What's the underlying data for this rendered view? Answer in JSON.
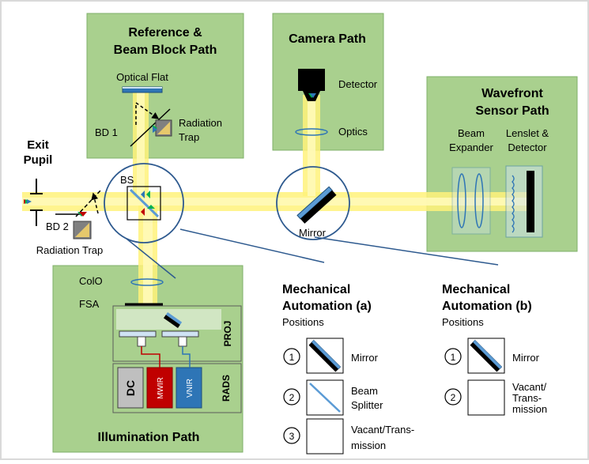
{
  "panels": {
    "reference": {
      "title_lines": [
        "Reference &",
        "Beam Block Path"
      ],
      "optical_flat": "Optical Flat",
      "bd1": "BD 1",
      "radiation_trap_lines": [
        "Radiation",
        "Trap"
      ]
    },
    "camera": {
      "title": "Camera Path",
      "detector": "Detector",
      "optics": "Optics"
    },
    "wavefront": {
      "title_lines": [
        "Wavefront",
        "Sensor Path"
      ],
      "beam_expander_lines": [
        "Beam",
        "Expander"
      ],
      "lenslet_detector_lines": [
        "Lenslet &",
        "Detector"
      ]
    },
    "illumination": {
      "title": "Illumination Path",
      "colo": "ColO",
      "fsa": "FSA",
      "proj": "PROJ",
      "rads": "RADS",
      "dc": "DC",
      "mwir": "MWIR",
      "vnir": "VNIR"
    }
  },
  "labels": {
    "exit_pupil_lines": [
      "Exit",
      "Pupil"
    ],
    "bs": "BS",
    "bd2": "BD 2",
    "radiation_trap": "Radiation Trap",
    "mirror": "Mirror"
  },
  "mech_a": {
    "title_lines": [
      "Mechanical",
      "Automation (a)"
    ],
    "positions_label": "Positions",
    "items": [
      {
        "num": "1",
        "label_lines": [
          "Mirror"
        ]
      },
      {
        "num": "2",
        "label_lines": [
          "Beam",
          "Splitter"
        ]
      },
      {
        "num": "3",
        "label_lines": [
          "Vacant/Trans-",
          "mission"
        ]
      }
    ]
  },
  "mech_b": {
    "title_lines": [
      "Mechanical",
      "Automation (b)"
    ],
    "positions_label": "Positions",
    "items": [
      {
        "num": "1",
        "label_lines": [
          "Mirror"
        ]
      },
      {
        "num": "2",
        "label_lines": [
          "Vacant/",
          "Trans-",
          "mission"
        ]
      }
    ]
  },
  "colors": {
    "panel_fill": "#a9d08e",
    "panel_stroke": "#7fb069",
    "beam": "#fff27a",
    "zoom_line": "#2e5a8f",
    "optic_blue": "#1f4e79",
    "mwir_red": "#c00000",
    "vnir_blue": "#2e75b6",
    "dc_gray": "#bfbfbf"
  }
}
